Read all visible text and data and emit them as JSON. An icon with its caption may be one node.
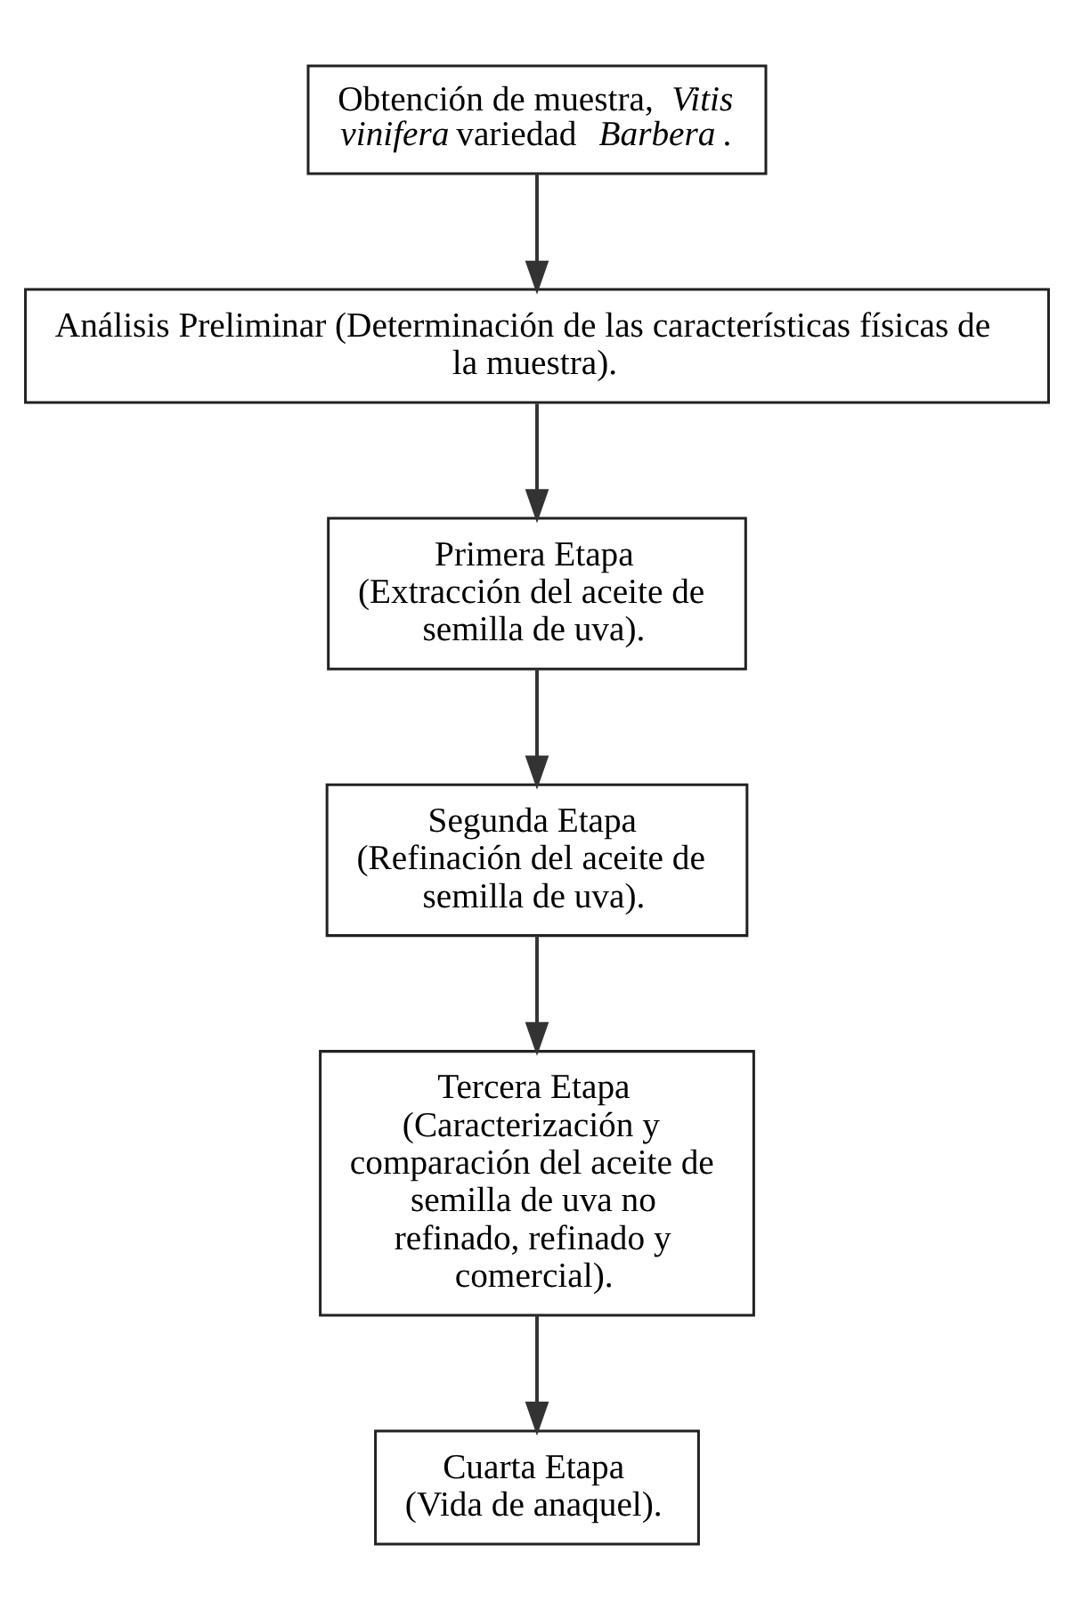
{
  "diagram": {
    "nodes": [
      {
        "text": [
          "Obtención de muestra, *Vitis vinifera* variedad *Barbera*."
        ]
      },
      {
        "text": [
          "Análisis Preliminar (Determinación de las características físicas de la muestra)."
        ]
      },
      {
        "text": [
          "Primera Etapa",
          "(Extracción del aceite de semilla de uva)."
        ]
      },
      {
        "text": [
          "Segunda Etapa",
          "(Refinación del aceite de semilla de uva)."
        ]
      },
      {
        "text": [
          "Tercera Etapa",
          "(Caracterización y comparación del aceite de semilla de uva no refinado, refinado y comercial)."
        ]
      },
      {
        "text": [
          "Cuarta Etapa",
          "(Vida de anaquel)."
        ]
      }
    ],
    "edges": [
      {
        "from": 0,
        "to": 1,
        "arrow": "to"
      },
      {
        "from": 1,
        "to": 2,
        "arrow": "to"
      },
      {
        "from": 2,
        "to": 3,
        "arrow": "to"
      },
      {
        "from": 3,
        "to": 4,
        "arrow": "to"
      },
      {
        "from": 4,
        "to": 5,
        "arrow": "to"
      }
    ]
  }
}
